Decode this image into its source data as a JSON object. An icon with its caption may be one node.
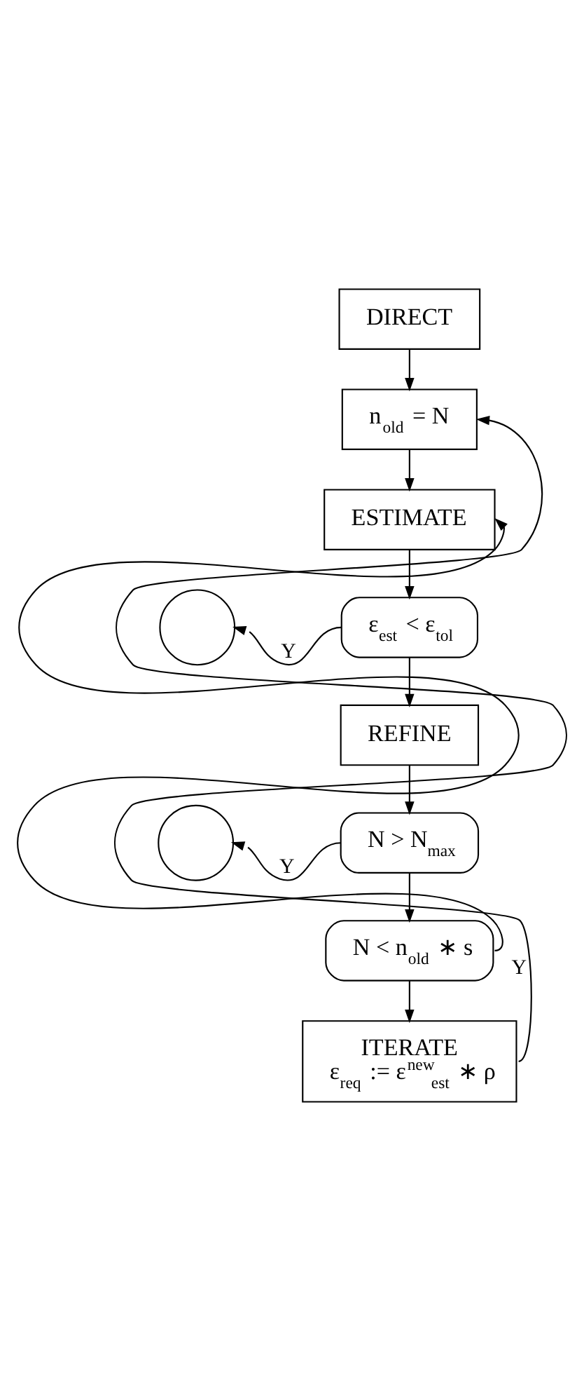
{
  "diagram": {
    "nodes": [
      {
        "text": [
          "DIRECT"
        ]
      },
      {
        "text": [
          "n$_{old}$ = N"
        ]
      },
      {
        "text": [
          "ESTIMATE"
        ]
      },
      {
        "text": [
          "ε$_{est}$ < ε$_{tol}$"
        ]
      },
      {
        "text": [],
        "shape": "circle"
      },
      {
        "text": [
          "REFINE"
        ]
      },
      {
        "text": [
          "N > N$_{max}$"
        ]
      },
      {
        "text": [],
        "shape": "circle"
      },
      {
        "text": [
          "N < n$_{old}$ ∗ s"
        ]
      },
      {
        "text": [
          "ITERATE",
          "ε$_{req}$ := ε$^{new}$$_{est}$ ∗ ρ"
        ]
      }
    ],
    "edges": [
      {
        "from": 0,
        "to": 1,
        "arrow": "to"
      },
      {
        "from": 1,
        "to": 2,
        "arrow": "to"
      },
      {
        "from": 2,
        "to": 3,
        "arrow": "to"
      },
      {
        "from": 3,
        "to": 4,
        "arrow": "to",
        "label": "Y"
      },
      {
        "from": 3,
        "to": 5,
        "arrow": "to"
      },
      {
        "from": 5,
        "to": 6,
        "arrow": "to"
      },
      {
        "from": 6,
        "to": 7,
        "arrow": "to",
        "label": "Y"
      },
      {
        "from": 6,
        "to": 8,
        "arrow": "to"
      },
      {
        "from": 8,
        "to": 2,
        "arrow": "to",
        "label": "Y"
      },
      {
        "from": 8,
        "to": 9,
        "arrow": "to"
      },
      {
        "from": 9,
        "to": 1,
        "arrow": "to"
      }
    ]
  }
}
